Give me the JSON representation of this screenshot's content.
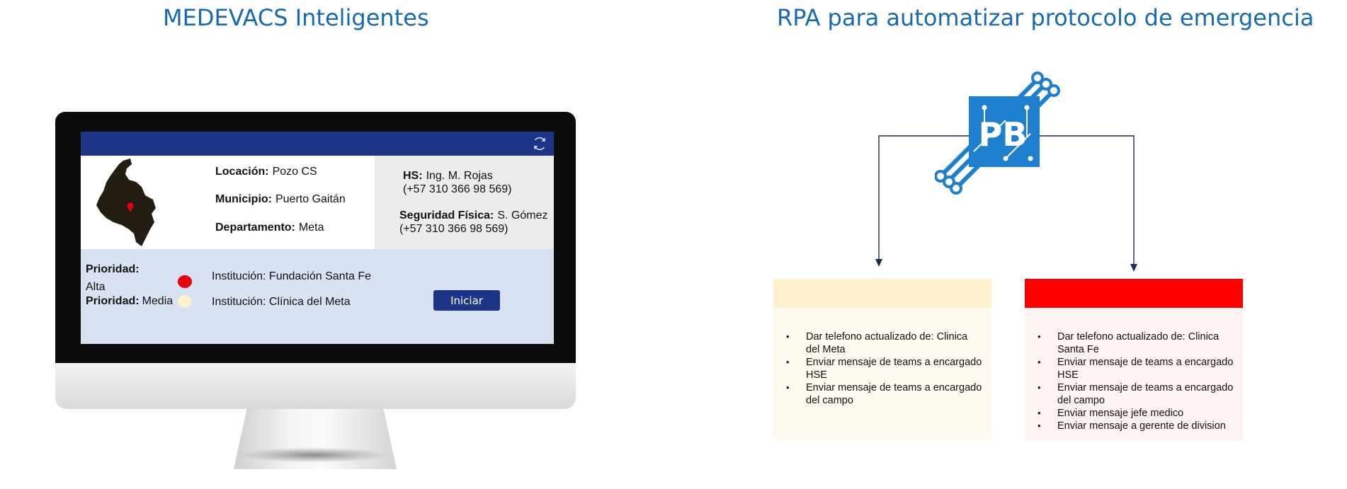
{
  "titles": {
    "left": "MEDEVACS Inteligentes",
    "right": "RPA para automatizar protocolo de emergencia"
  },
  "screen": {
    "refresh_icon": "refresh-icon",
    "location": {
      "label": "Locación:",
      "value": "Pozo CS"
    },
    "municipality": {
      "label": "Municipio:",
      "value": "Puerto Gaitán"
    },
    "department": {
      "label": "Departamento:",
      "value": "Meta"
    },
    "hs": {
      "label": "HS:",
      "value": "Ing. M. Rojas",
      "phone": "(+57 310 366 98 569)"
    },
    "physical_security": {
      "label": "Seguridad Física:",
      "value": "S. Gómez",
      "phone": "(+57 310 366 98 569)"
    },
    "priorities": [
      {
        "label": "Prioridad:",
        "level": "Alta",
        "dot_color": "#e8000b",
        "institution": "Institución: Fundación Santa Fe"
      },
      {
        "label": "Prioridad:",
        "level": "Media",
        "dot_color": "#fdf0cc",
        "institution": "Institución: Clínica del Meta"
      }
    ],
    "start_button": "Iniciar"
  },
  "rpa": {
    "logo_text": "PB",
    "cards": [
      {
        "header_color": "#fdf0cc",
        "body_color": "#fffaef",
        "items": [
          "Dar telefono actualizado de: Clinica del Meta",
          "Enviar mensaje de teams a encargado HSE",
          "Enviar mensaje de teams a encargado del campo"
        ]
      },
      {
        "header_color": "#ff0000",
        "body_color": "#fff3f1",
        "items": [
          "Dar telefono actualizado de: Clinica Santa Fe",
          "Enviar mensaje de teams a encargado HSE",
          "Enviar mensaje de teams a encargado del campo",
          "Enviar mensaje jefe medico",
          "Enviar mensaje a gerente de division"
        ]
      }
    ]
  }
}
